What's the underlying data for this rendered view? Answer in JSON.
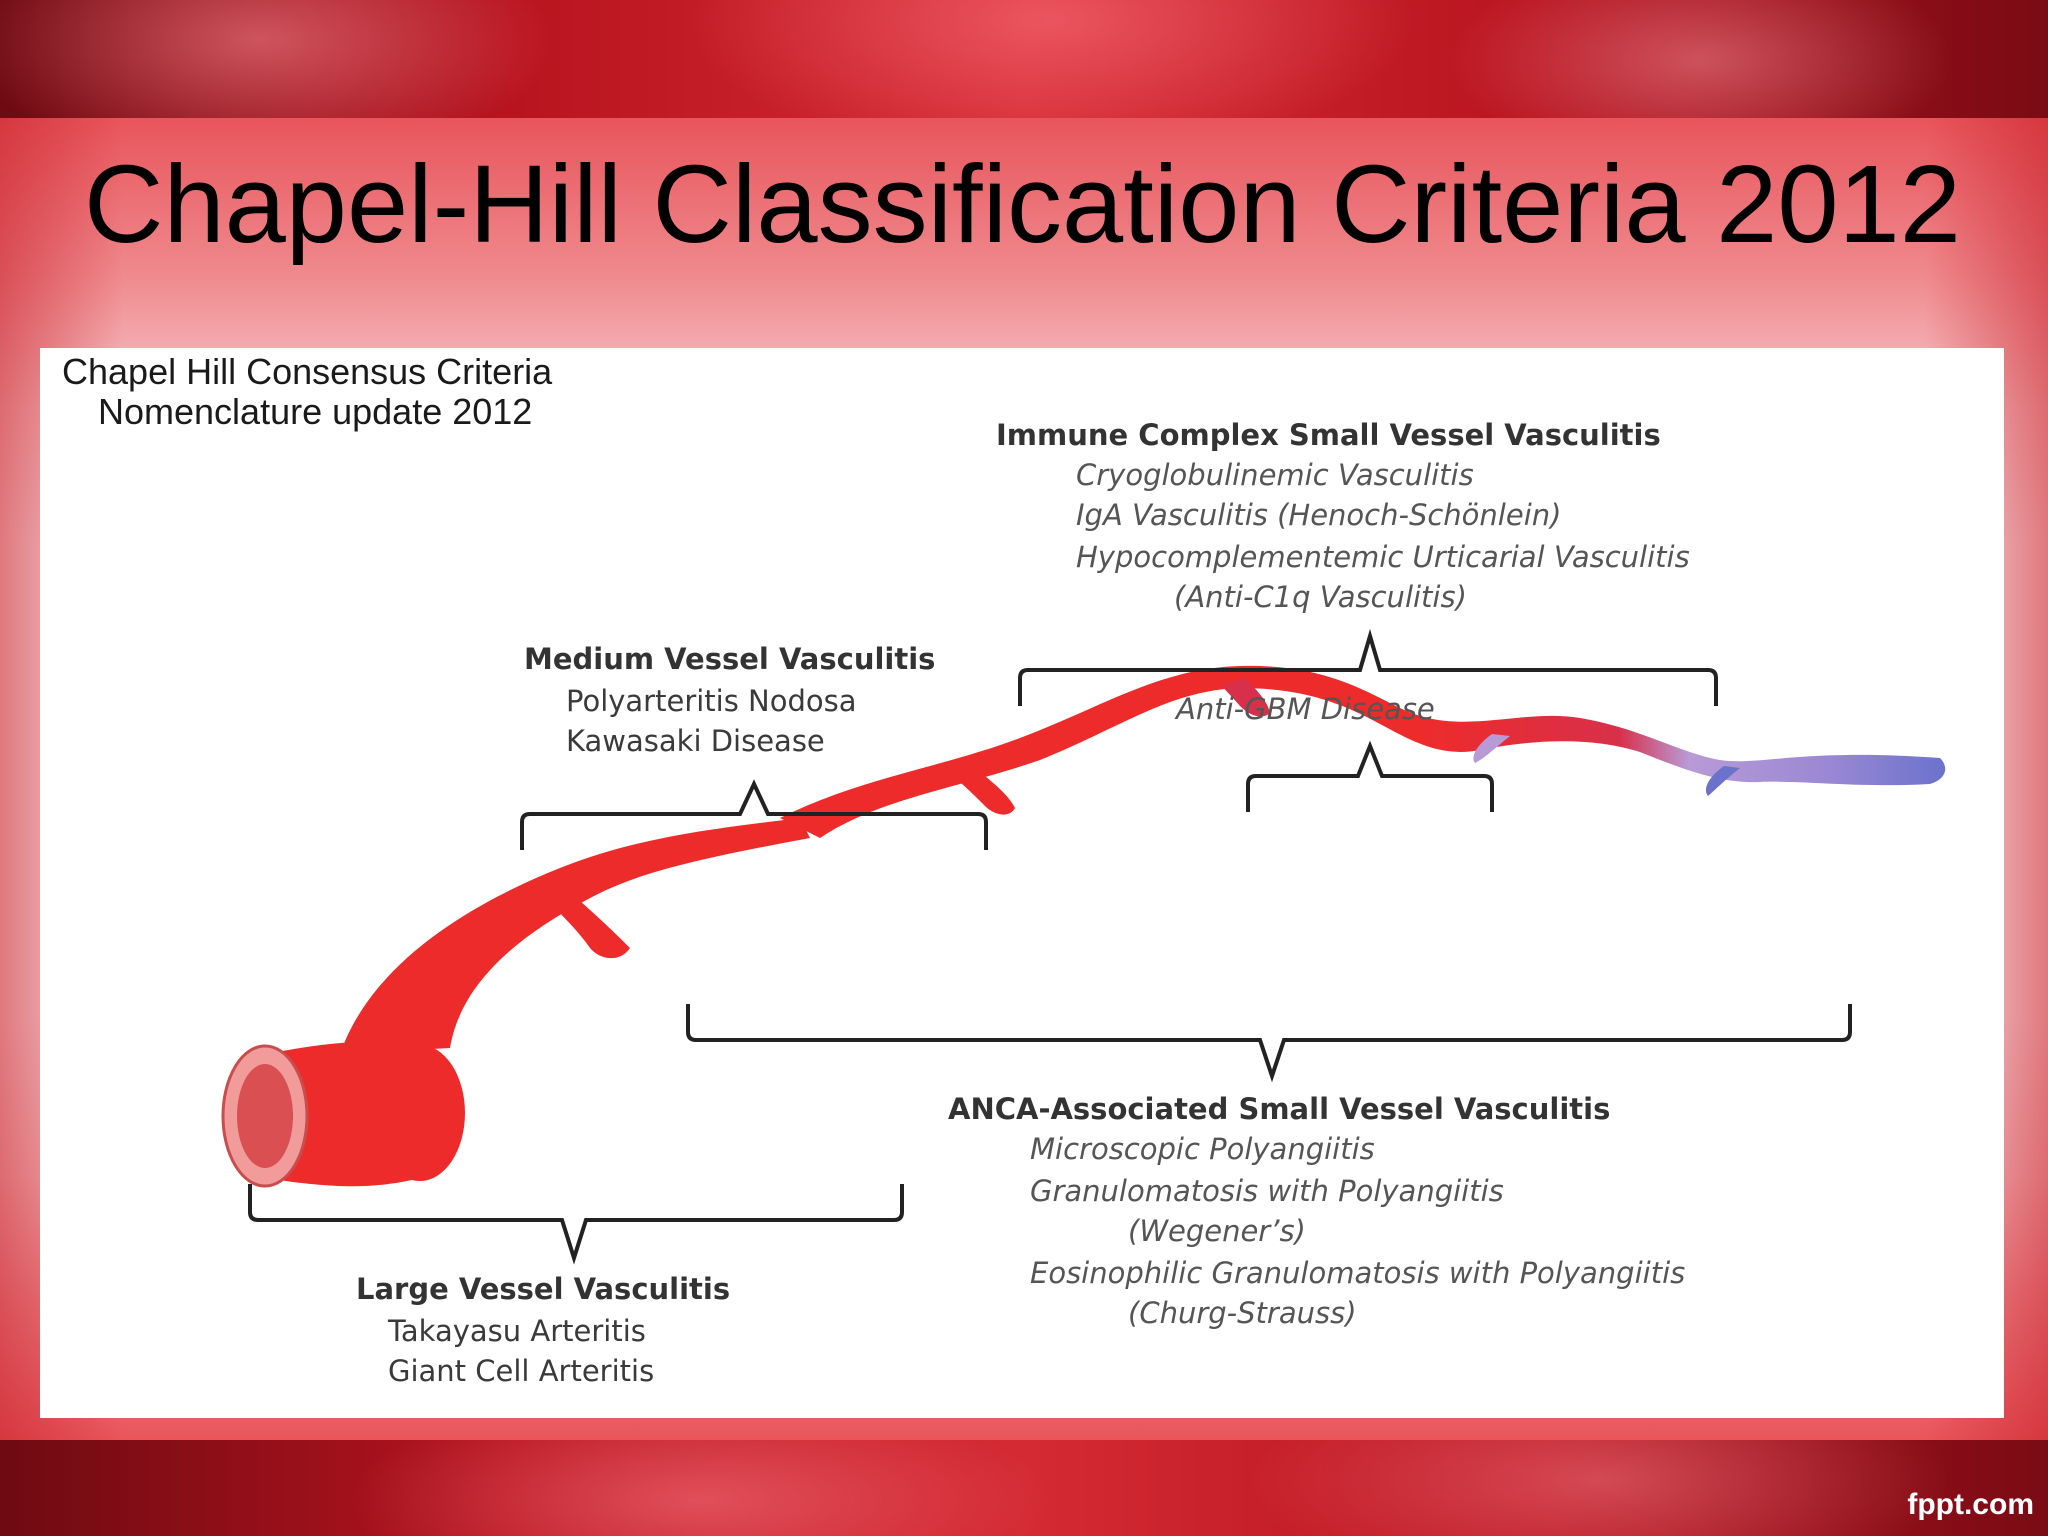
{
  "slide": {
    "title": "Chapel-Hill Classification Criteria 2012",
    "watermark": "fppt.com"
  },
  "diagram": {
    "header_line1": "Chapel Hill Consensus Criteria",
    "header_line2": "Nomenclature update 2012",
    "immune_complex": {
      "title": "Immune Complex  Small Vessel Vasculitis",
      "items": [
        "Cryoglobulinemic Vasculitis",
        "IgA Vasculitis (Henoch-Schönlein)",
        "Hypocomplementemic Urticarial Vasculitis",
        "(Anti-C1q Vasculitis)"
      ]
    },
    "anti_gbm": "Anti-GBM Disease",
    "medium": {
      "title": "Medium Vessel Vasculitis",
      "items": [
        "Polyarteritis Nodosa",
        "Kawasaki Disease"
      ]
    },
    "anca": {
      "title": "ANCA-Associated Small Vessel Vasculitis",
      "items": [
        "Microscopic Polyangiitis",
        "Granulomatosis with Polyangiitis",
        "(Wegener’s)",
        "Eosinophilic Granulomatosis with Polyangiitis",
        "(Churg-Strauss)"
      ]
    },
    "large": {
      "title": "Large Vessel Vasculitis",
      "items": [
        "Takayasu Arteritis",
        "Giant Cell Arteritis"
      ]
    },
    "colors": {
      "vessel_red": "#ee2b2b",
      "vessel_purple": "#b89ad6",
      "vessel_blue": "#6b72cc",
      "bracket": "#222222"
    }
  }
}
